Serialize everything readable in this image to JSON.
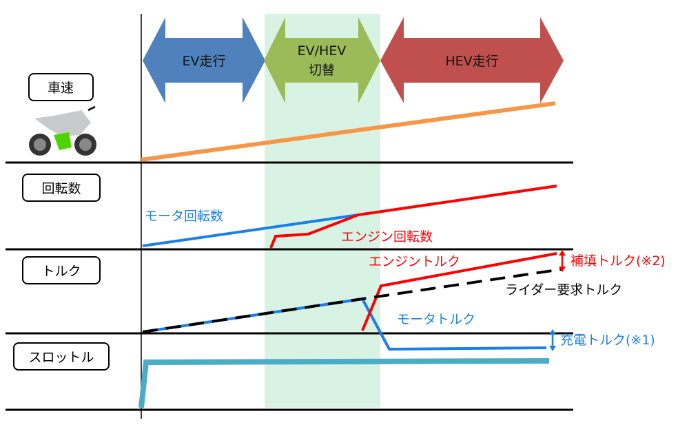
{
  "phases": [
    {
      "label": "EV走行",
      "color": "#4f81bd"
    },
    {
      "label_line1": "EV/HEV",
      "label_line2": "切替",
      "color": "#9bbb59"
    },
    {
      "label": "HEV走行",
      "color": "#c0504d"
    }
  ],
  "transition_band_color": "#d8f3e3",
  "rows": {
    "speed": {
      "label": "車速",
      "line_color": "#f79646"
    },
    "rpm": {
      "label": "回転数",
      "motor_label": "モータ回転数",
      "engine_label": "エンジン回転数"
    },
    "torque": {
      "label": "トルク",
      "engine_label": "エンジントルク",
      "rider_label": "ライダー要求トルク",
      "motor_label": "モータトルク",
      "supplement_label": "補填トルク(※2)",
      "charge_label": "充電トルク(※1)"
    },
    "throttle": {
      "label": "スロットル",
      "line_color": "#4bacc6"
    }
  },
  "colors": {
    "motor": "#1a7fe8",
    "engine": "#ff0000",
    "rider": "#000000"
  },
  "image": {
    "icon": "motorcycle-icon"
  }
}
